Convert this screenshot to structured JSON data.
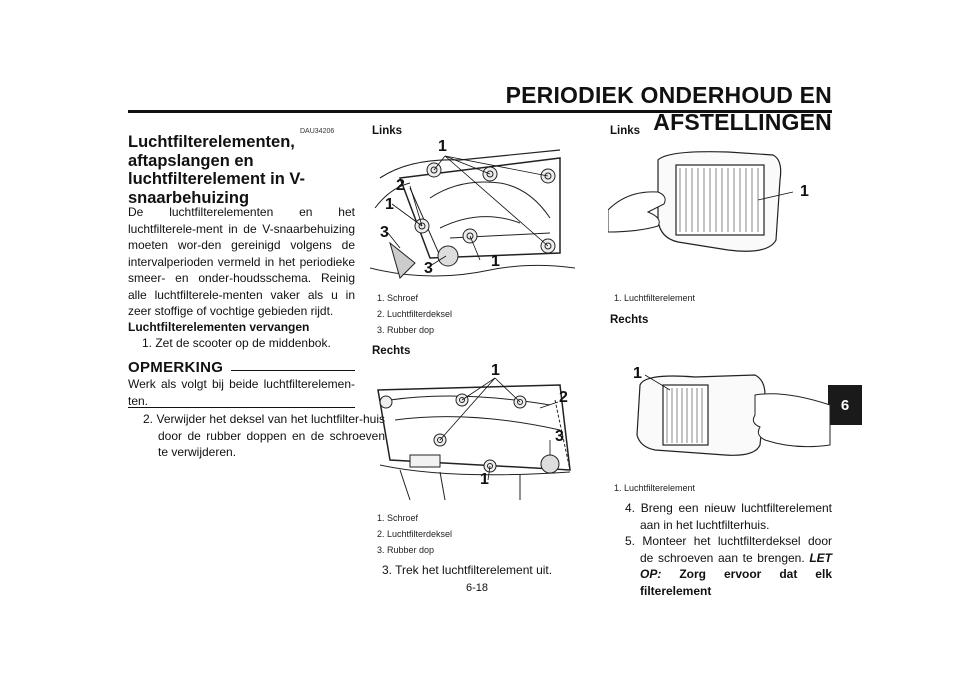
{
  "header": {
    "title": "PERIODIEK ONDERHOUD EN AFSTELLINGEN"
  },
  "tab": {
    "label": "6"
  },
  "left": {
    "code": "DAU34206",
    "section_title": "Luchtfilterelementen, aftapslangen en luchtfilterelement in V-snaarbehuizing",
    "intro": "De luchtfilterelementen en het luchtfilterele-ment in de V-snaarbehuizing moeten wor-den gereinigd volgens de intervalperioden vermeld in het periodieke smeer- en onder-houdsschema. Reinig alle luchtfilterele-menten vaker als u in zeer stoffige of vochtige gebieden rijdt.",
    "subtitle": "Luchtfilterelementen vervangen",
    "step1": "1. Zet de scooter op de middenbok.",
    "note_label": "OPMERKING",
    "note_text": "Werk als volgt bij beide luchtfilterelemen-ten.",
    "step2": "2. Verwijder het deksel van het luchtfilter-huis door de rubber doppen en de schroeven te verwijderen."
  },
  "middle": {
    "fig1_label": "Links",
    "fig1_callouts": [
      "1",
      "2",
      "1",
      "3",
      "3",
      "1"
    ],
    "fig1_captions": [
      "1. Schroef",
      "2. Luchtfilterdeksel",
      "3. Rubber dop"
    ],
    "fig2_label": "Rechts",
    "fig2_callouts": [
      "1",
      "2",
      "3",
      "1"
    ],
    "fig2_captions": [
      "1. Schroef",
      "2. Luchtfilterdeksel",
      "3. Rubber dop"
    ],
    "step3": "3. Trek het luchtfilterelement uit."
  },
  "right": {
    "fig3_label": "Links",
    "fig3_callouts": [
      "1"
    ],
    "fig3_caption": "1. Luchtfilterelement",
    "fig4_label": "Rechts",
    "fig4_callouts": [
      "1"
    ],
    "fig4_caption": "1. Luchtfilterelement",
    "step4": "4. Breng een nieuw luchtfilterelement aan in het luchtfilterhuis.",
    "step5_a": "5. Monteer het luchtfilterdeksel door de schroeven aan te brengen.",
    "step5_b": "LET OP:",
    "step5_c": "Zorg ervoor dat elk filterelement"
  },
  "footer": {
    "page_number": "6-18"
  }
}
